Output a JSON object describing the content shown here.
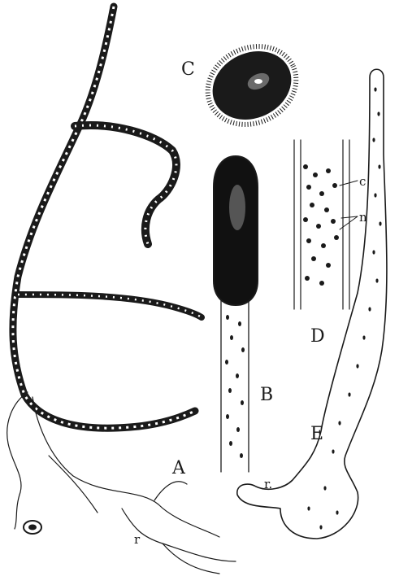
{
  "figure": {
    "labels": {
      "A": "A",
      "B": "B",
      "C": "C",
      "D": "D",
      "E": "E",
      "c": "c",
      "n": "n",
      "r_A": "r",
      "r_E": "r."
    }
  }
}
